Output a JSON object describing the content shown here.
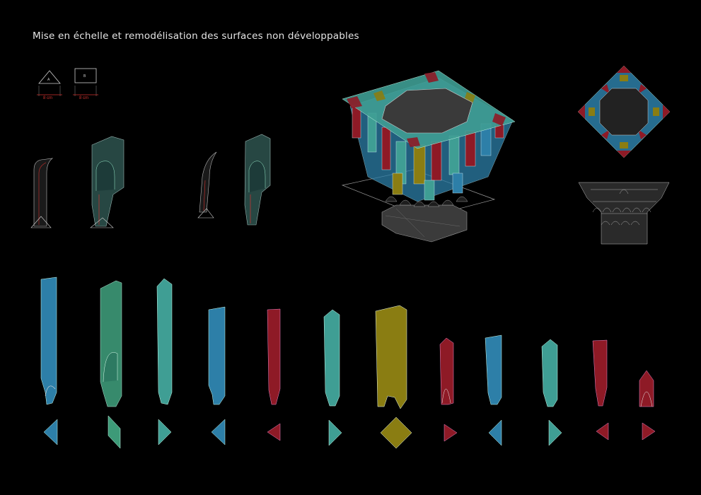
{
  "title": "Mise en échelle et remodélisation des surfaces non développables",
  "scale_legend": {
    "triangle_dimension": "8 cm",
    "square_dimension": "8 cm",
    "triangle_letter": "A",
    "square_letter": "B"
  },
  "colors": {
    "background": "#000000",
    "blue": "#2d7fa8",
    "teal": "#3f9e94",
    "green": "#3d9a78",
    "red": "#8e1a26",
    "yellow": "#8a7d12",
    "grey": "#3a3a3a",
    "dimension_red": "#d3322e"
  },
  "pieces": [
    {
      "color": "blue"
    },
    {
      "color": "green"
    },
    {
      "color": "teal"
    },
    {
      "color": "blue"
    },
    {
      "color": "red"
    },
    {
      "color": "teal"
    },
    {
      "color": "yellow"
    },
    {
      "color": "red"
    },
    {
      "color": "blue"
    },
    {
      "color": "teal"
    },
    {
      "color": "red"
    },
    {
      "color": "red"
    }
  ]
}
